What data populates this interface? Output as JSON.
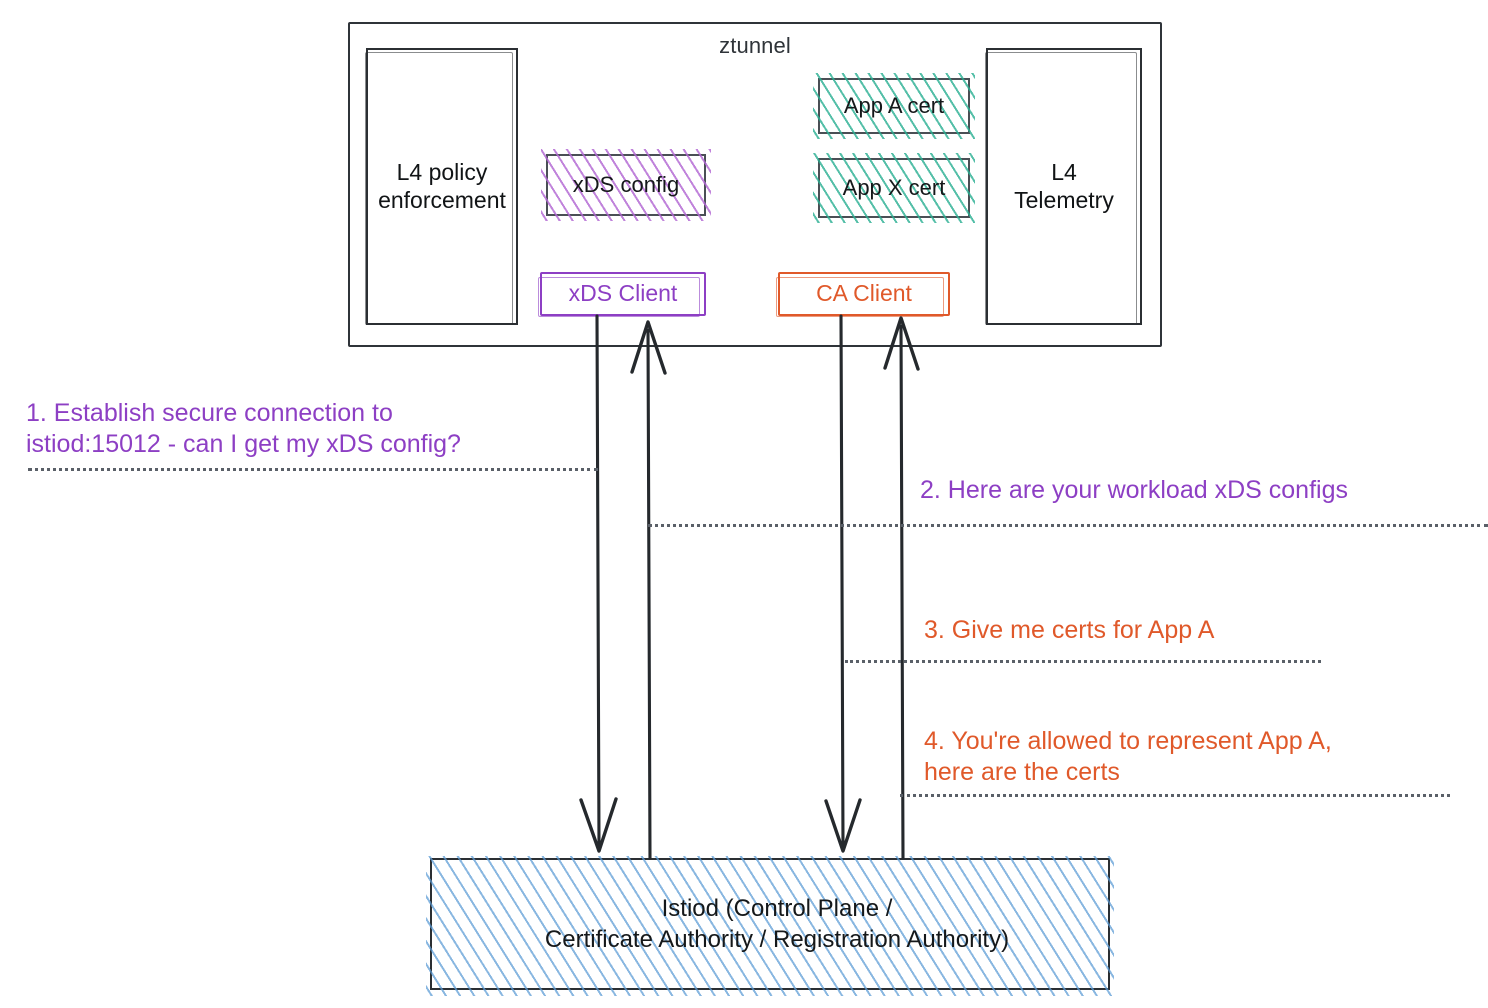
{
  "diagram": {
    "title": "ztunnel to Istiod xDS and CA flow",
    "colors": {
      "purple": "#8d3fc4",
      "orange": "#e0592a",
      "teal": "#2aaf92",
      "blue": "#5b9bd5",
      "ink": "#2b2f33"
    }
  },
  "ztunnel": {
    "title": "ztunnel",
    "l4_policy": "L4 policy\nenforcement",
    "l4_telemetry": "L4\nTelemetry",
    "xds_config": "xDS config",
    "app_a_cert": "App A cert",
    "app_x_cert": "App X cert",
    "xds_client": "xDS Client",
    "ca_client": "CA Client"
  },
  "istiod": {
    "label": "Istiod (Control Plane /\nCertificate Authority / Registration Authority)"
  },
  "steps": [
    {
      "id": 1,
      "text": "1. Establish secure connection to\n istiod:15012 - can I get my xDS config?",
      "color": "purple"
    },
    {
      "id": 2,
      "text": "2. Here are your workload xDS configs",
      "color": "purple"
    },
    {
      "id": 3,
      "text": "3. Give me certs for App A",
      "color": "orange"
    },
    {
      "id": 4,
      "text": "4. You're allowed to represent App A,\nhere are the certs",
      "color": "orange"
    }
  ],
  "connectors": [
    {
      "name": "xds-request-down",
      "from": "xDS Client",
      "to": "Istiod",
      "direction": "down"
    },
    {
      "name": "xds-response-up",
      "from": "Istiod",
      "to": "xDS Client",
      "direction": "up"
    },
    {
      "name": "ca-request-down",
      "from": "CA Client",
      "to": "Istiod",
      "direction": "down"
    },
    {
      "name": "ca-response-up",
      "from": "Istiod",
      "to": "CA Client",
      "direction": "up"
    }
  ]
}
